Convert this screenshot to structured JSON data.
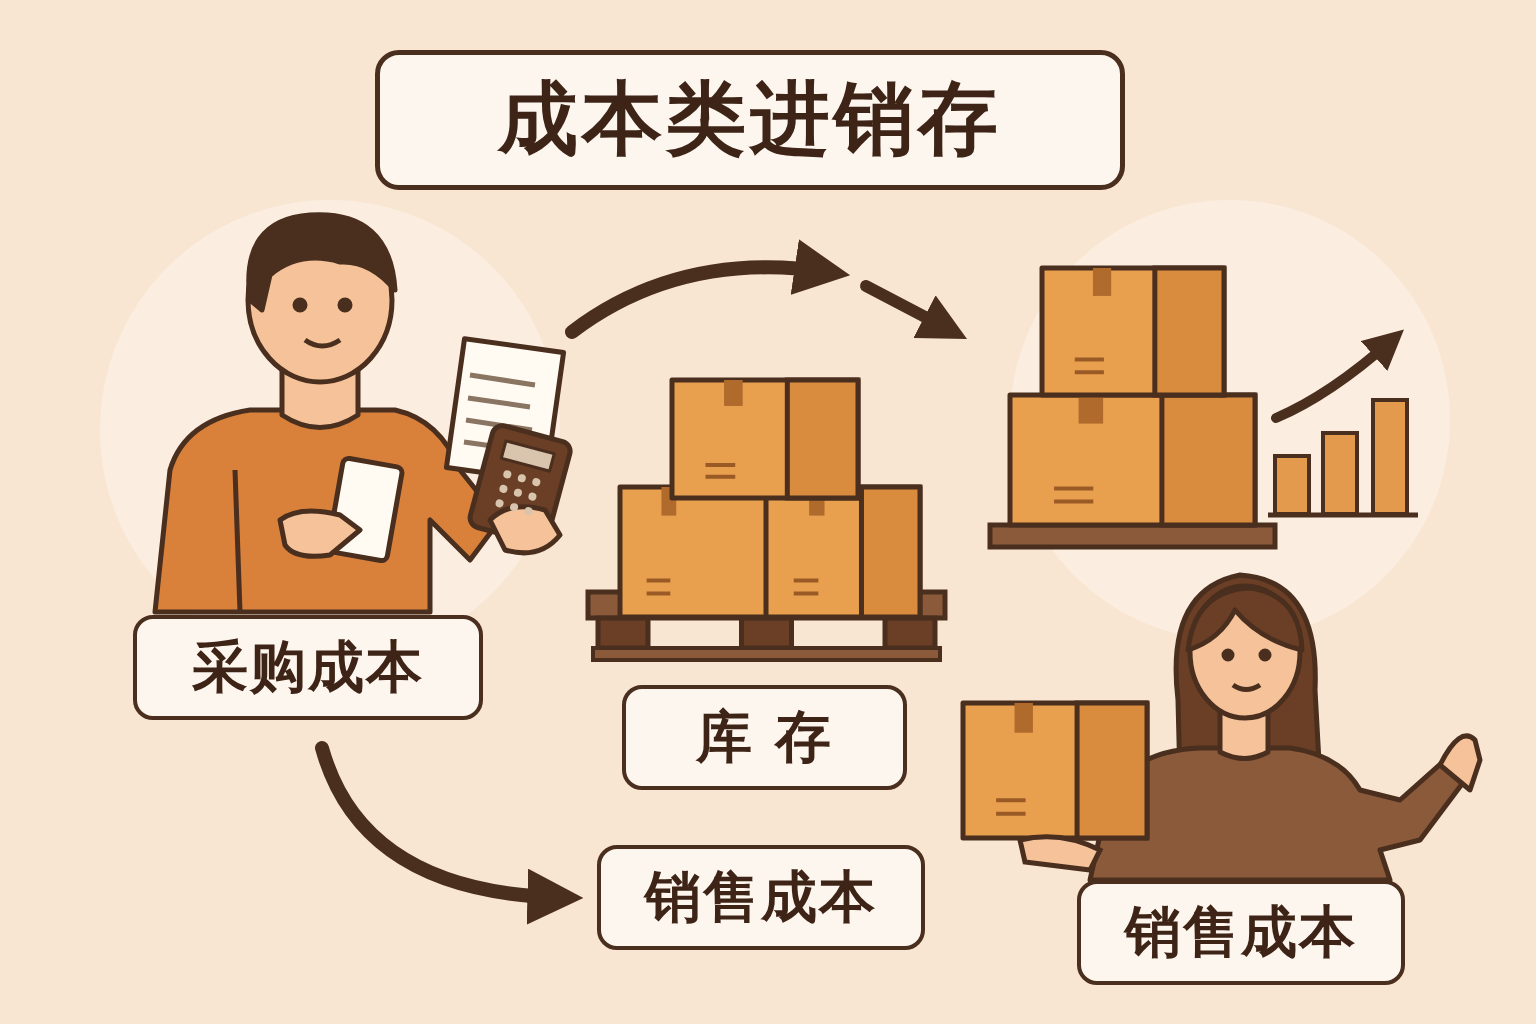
{
  "diagram": {
    "title": "成本类进销存",
    "nodes": [
      {
        "text": [
          "采购成本"
        ]
      },
      {
        "text": [
          "库 存"
        ]
      },
      {
        "text": [
          "销售成本"
        ]
      },
      {
        "text": [
          "销售成本"
        ]
      }
    ],
    "edges": [
      {
        "from": 0,
        "to": 2,
        "arrow": "to"
      }
    ]
  }
}
